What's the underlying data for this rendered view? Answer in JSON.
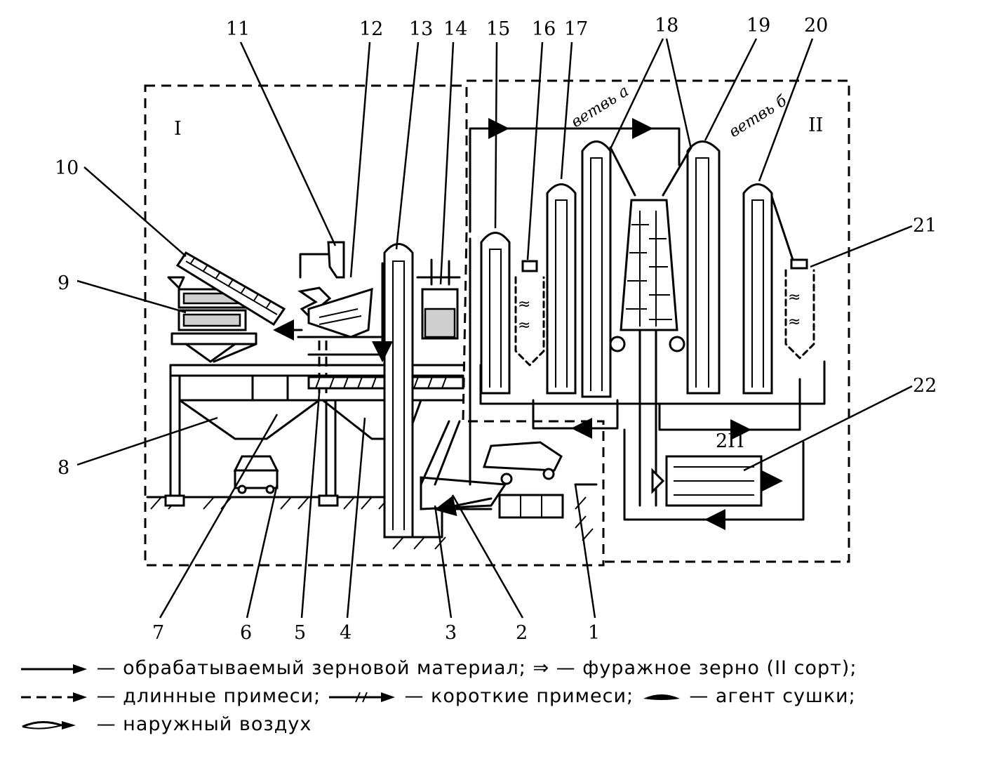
{
  "zones": {
    "left": "I",
    "right": "II"
  },
  "numbers": {
    "n1": "1",
    "n2": "2",
    "n3": "3",
    "n4": "4",
    "n5": "5",
    "n6": "6",
    "n7": "7",
    "n8": "8",
    "n9": "9",
    "n10": "10",
    "n11": "11",
    "n12": "12",
    "n13": "13",
    "n14": "14",
    "n15": "15",
    "n16": "16",
    "n17": "17",
    "n18": "18",
    "n19": "19",
    "n20": "20",
    "n21": "21",
    "n22": "22"
  },
  "branches": {
    "a": "ветвь а",
    "b": "ветвь б"
  },
  "furnace_label": "2П",
  "legend": {
    "processed": "— обрабатываемый зерновой материал;",
    "fodder": "— фуражное зерно (II сорт);",
    "long": "— длинные примеси;",
    "short": "— короткие примеси;",
    "agent": "— агент сушки;",
    "air": "— наружный воздух"
  },
  "legend_symbols": {
    "fodder_arrow": "⇒"
  }
}
